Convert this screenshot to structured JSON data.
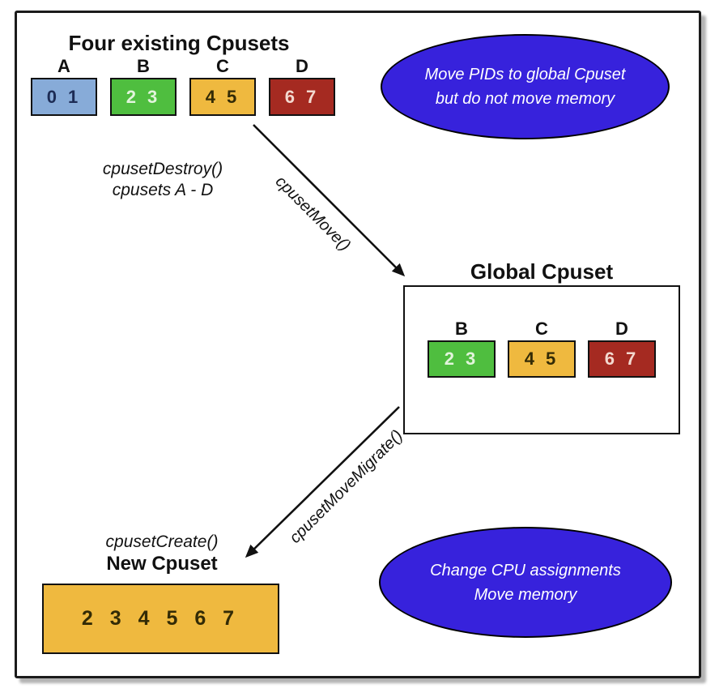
{
  "diagram": {
    "top_section": {
      "title": "Four existing Cpusets",
      "cpusets": [
        {
          "label": "A",
          "cpus": "0 1",
          "fill": "#87abd8",
          "text": "#1d2c55"
        },
        {
          "label": "B",
          "cpus": "2 3",
          "fill": "#4fbe3f",
          "text": "#e2f4dc"
        },
        {
          "label": "C",
          "cpus": "4 5",
          "fill": "#efb93f",
          "text": "#332b06"
        },
        {
          "label": "D",
          "cpus": "6 7",
          "fill": "#a52a21",
          "text": "#f3d9d0"
        }
      ]
    },
    "bubble_top": {
      "line1": "Move PIDs to global Cpuset",
      "line2": "but do not move memory",
      "fill": "#3722dc",
      "text": "#ffffff"
    },
    "destroy_note": {
      "line1": "cpusetDestroy()",
      "line2": "cpusets A - D"
    },
    "arrow_move_label": "cpusetMove()",
    "global_section": {
      "title": "Global Cpuset",
      "cpusets": [
        {
          "label": "B",
          "cpus": "2 3",
          "fill": "#4fbe3f",
          "text": "#e2f4dc"
        },
        {
          "label": "C",
          "cpus": "4 5",
          "fill": "#efb93f",
          "text": "#332b06"
        },
        {
          "label": "D",
          "cpus": "6 7",
          "fill": "#a52a21",
          "text": "#f3d9d0"
        }
      ]
    },
    "arrow_migrate_label": "cpusetMoveMigrate()",
    "create_note": {
      "line1": "cpusetCreate()",
      "line2": "New Cpuset"
    },
    "new_cpuset": {
      "cpus": "2 3 4 5 6 7",
      "fill": "#efb93f",
      "text": "#332b06"
    },
    "bubble_bottom": {
      "line1": "Change CPU assignments",
      "line2": "Move memory",
      "fill": "#3722dc",
      "text": "#ffffff"
    }
  }
}
